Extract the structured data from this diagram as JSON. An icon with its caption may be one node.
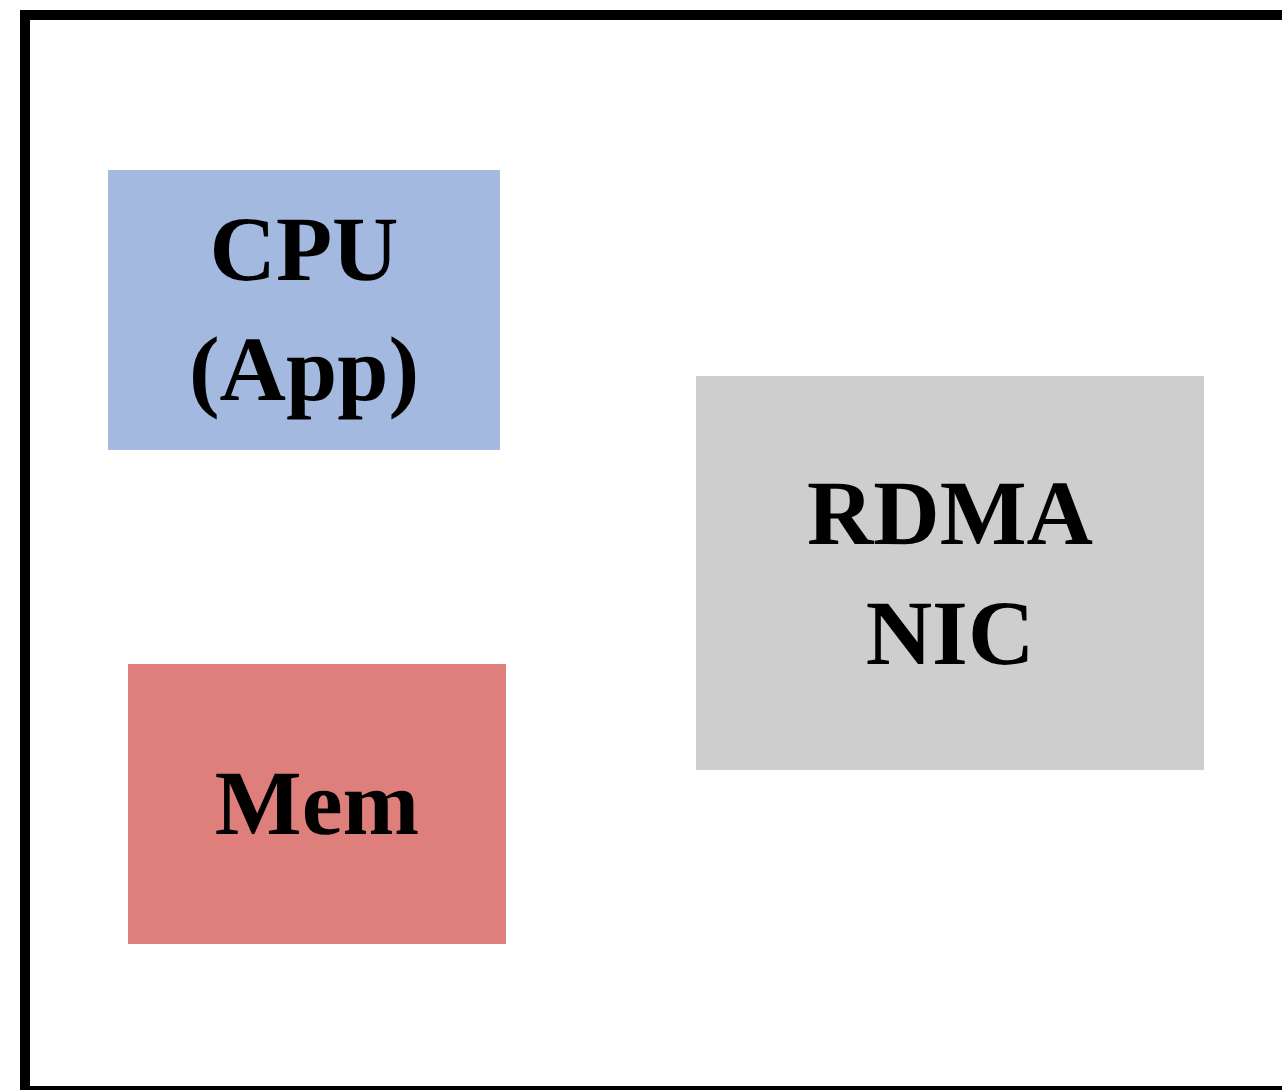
{
  "diagram": {
    "nodes": [
      {
        "text": [],
        "shape": "box"
      },
      {
        "text": [
          "CPU (App)"
        ],
        "in": 0
      },
      {
        "text": [
          "Mem"
        ],
        "in": 0
      },
      {
        "text": [
          "RDMA NIC"
        ],
        "in": 0
      }
    ]
  }
}
